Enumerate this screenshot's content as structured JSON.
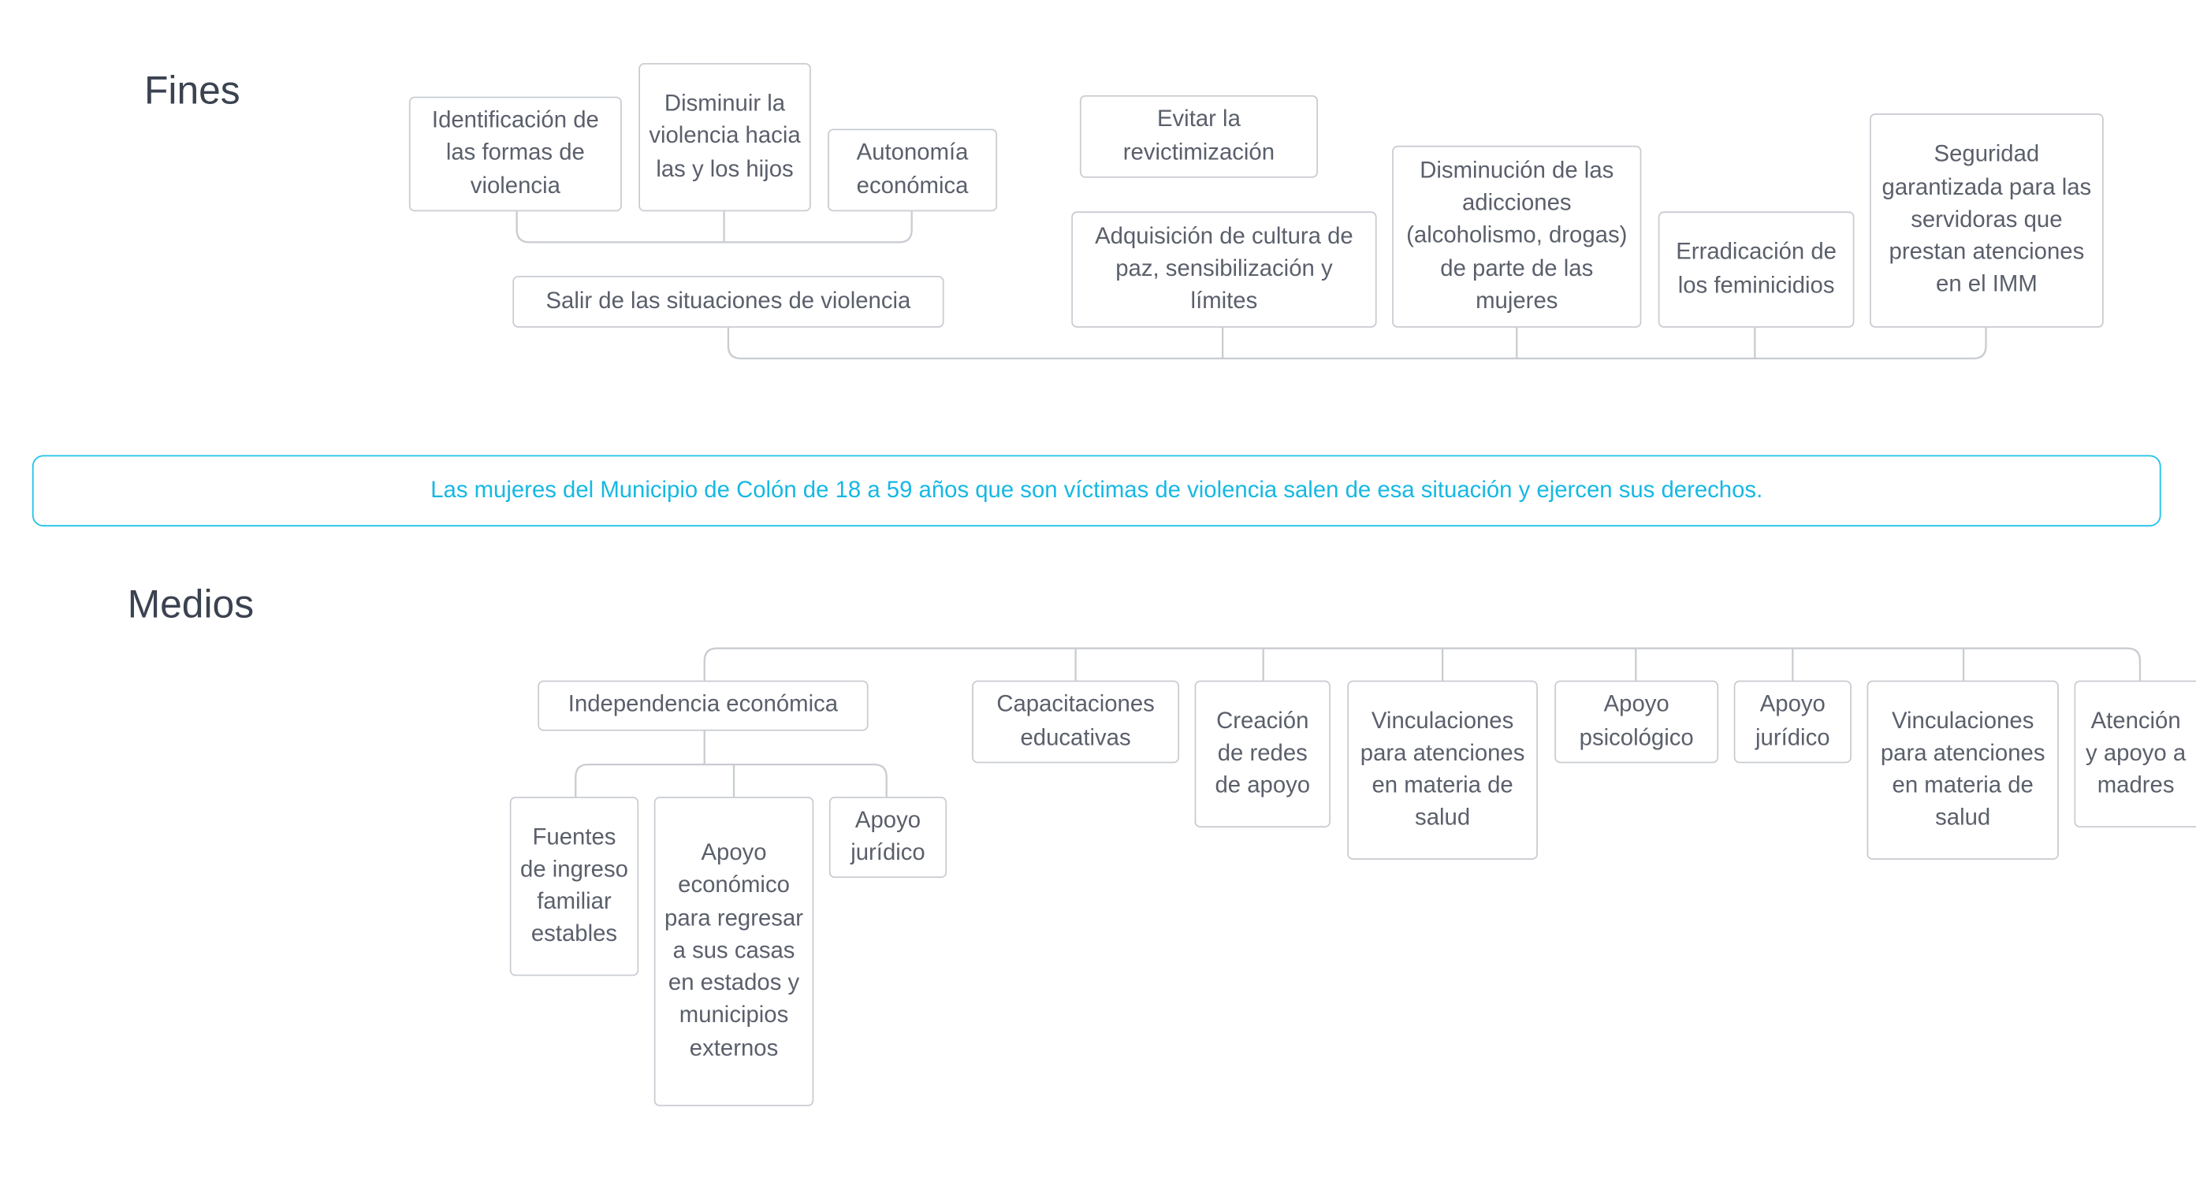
{
  "headings": {
    "fines": "Fines",
    "medios": "Medios"
  },
  "goal": "Las mujeres del Municipio de Colón de 18 a 59 años que son víctimas de violencia salen de esa situación y ejercen sus derechos.",
  "fines": {
    "salir": "Salir de las situaciones de violencia",
    "identificacion": "Identificación de las formas de violencia",
    "disminuir_violencia": "Disminuir la violencia hacia las y los hijos",
    "autonomia": "Autonomía económica",
    "evitar": "Evitar la revictimización",
    "adquisicion": "Adquisición de cultura de paz, sensibilización y límites",
    "adicciones": "Disminución de las adicciones (alcoholismo, drogas) de parte de las mujeres",
    "erradicacion": "Erradicación de los feminicidios",
    "seguridad": "Seguridad garantizada para las servidoras que prestan atenciones en el IMM"
  },
  "medios": {
    "independencia": "Independencia económica",
    "fuentes": "Fuentes de ingreso familiar estables",
    "apoyo_economico": "Apoyo económico para regresar a sus casas en estados y municipios externos",
    "apoyo_juridico_sub": "Apoyo jurídico",
    "capacitaciones": "Capacitaciones educativas",
    "redes": "Creación de redes de apoyo",
    "vinculaciones_1": "Vinculaciones para atenciones en materia de salud",
    "psicologico": "Apoyo psicológico",
    "juridico": "Apoyo jurídico",
    "vinculaciones_2": "Vinculaciones para atenciones en materia de salud",
    "atencion_madres": "Atención y apoyo a madres"
  }
}
